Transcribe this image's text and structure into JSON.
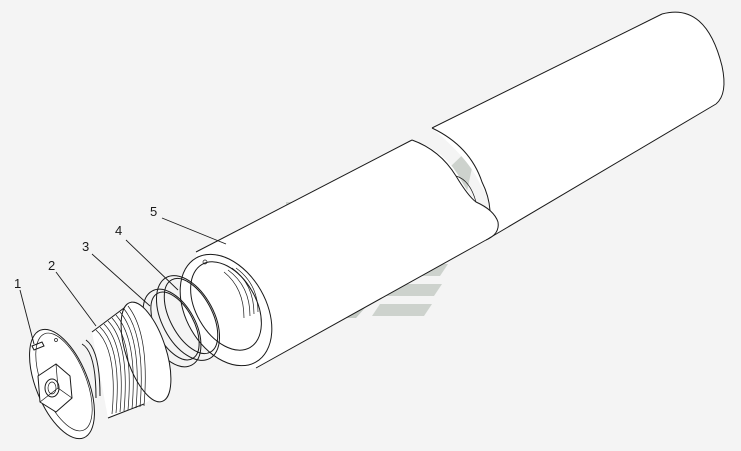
{
  "figure": {
    "background_color": "#f4f4f4",
    "watermark_color": "#c9cfc9",
    "watermark_icon": "company-logo-watermark",
    "callouts": [
      {
        "id": "callout-1",
        "label": "1"
      },
      {
        "id": "callout-2",
        "label": "2"
      },
      {
        "id": "callout-3",
        "label": "3"
      },
      {
        "id": "callout-4",
        "label": "4"
      },
      {
        "id": "callout-5",
        "label": "5"
      }
    ]
  }
}
